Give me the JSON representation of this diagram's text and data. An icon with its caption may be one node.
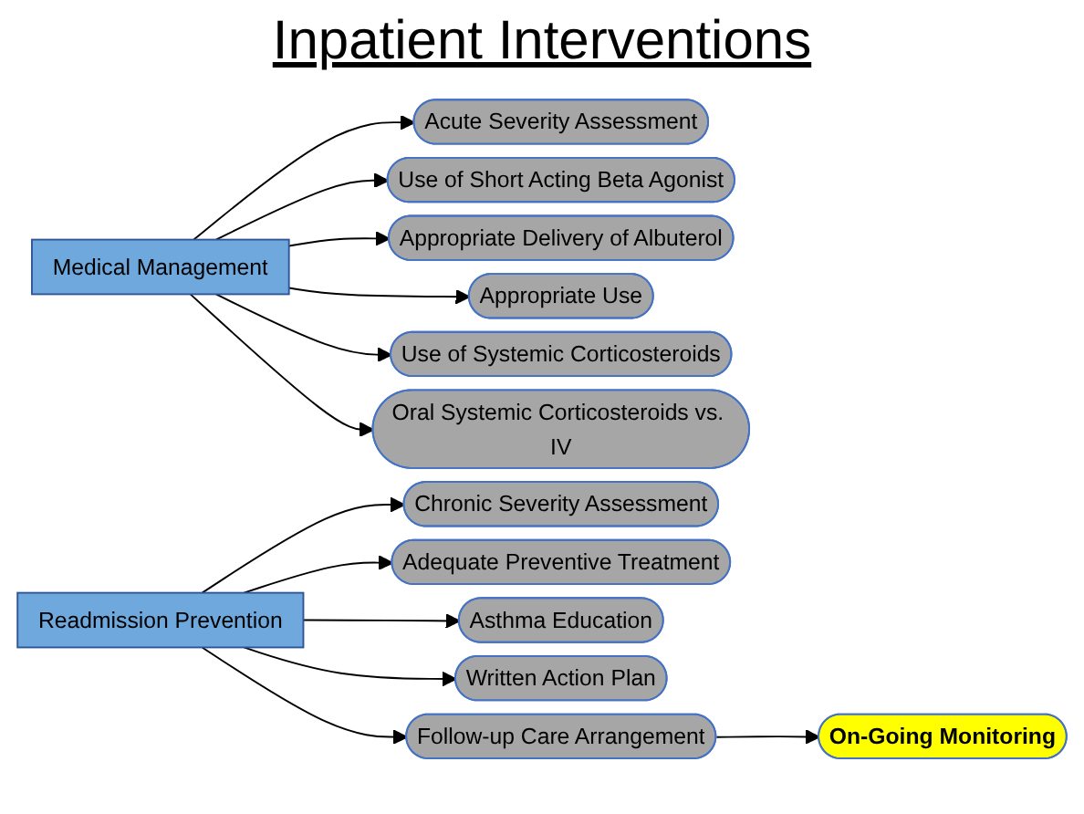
{
  "diagram": {
    "title": "Inpatient Interventions",
    "nodes": [
      {
        "text": [
          "Medical Management"
        ]
      },
      {
        "text": [
          "Readmission Prevention"
        ]
      },
      {
        "text": [
          "Acute Severity Assessment"
        ]
      },
      {
        "text": [
          "Use of Short Acting Beta Agonist"
        ]
      },
      {
        "text": [
          "Appropriate Delivery of Albuterol"
        ]
      },
      {
        "text": [
          "Appropriate Use"
        ]
      },
      {
        "text": [
          "Use of Systemic Corticosteroids"
        ]
      },
      {
        "text": [
          "Oral Systemic Corticosteroids vs. IV"
        ]
      },
      {
        "text": [
          "Chronic Severity Assessment"
        ]
      },
      {
        "text": [
          "Adequate Preventive Treatment"
        ]
      },
      {
        "text": [
          "Asthma Education"
        ]
      },
      {
        "text": [
          "Written Action Plan"
        ]
      },
      {
        "text": [
          "Follow-up Care Arrangement"
        ]
      },
      {
        "text": [
          "On-Going Monitoring"
        ]
      }
    ],
    "edges": [
      {
        "from": 0,
        "to": 2,
        "arrow": "to"
      },
      {
        "from": 0,
        "to": 3,
        "arrow": "to"
      },
      {
        "from": 0,
        "to": 4,
        "arrow": "to"
      },
      {
        "from": 0,
        "to": 5,
        "arrow": "to"
      },
      {
        "from": 0,
        "to": 6,
        "arrow": "to"
      },
      {
        "from": 0,
        "to": 7,
        "arrow": "to"
      },
      {
        "from": 1,
        "to": 8,
        "arrow": "to"
      },
      {
        "from": 1,
        "to": 9,
        "arrow": "to"
      },
      {
        "from": 1,
        "to": 10,
        "arrow": "to"
      },
      {
        "from": 1,
        "to": 11,
        "arrow": "to"
      },
      {
        "from": 1,
        "to": 12,
        "arrow": "to"
      },
      {
        "from": 12,
        "to": 13,
        "arrow": "to"
      }
    ]
  }
}
